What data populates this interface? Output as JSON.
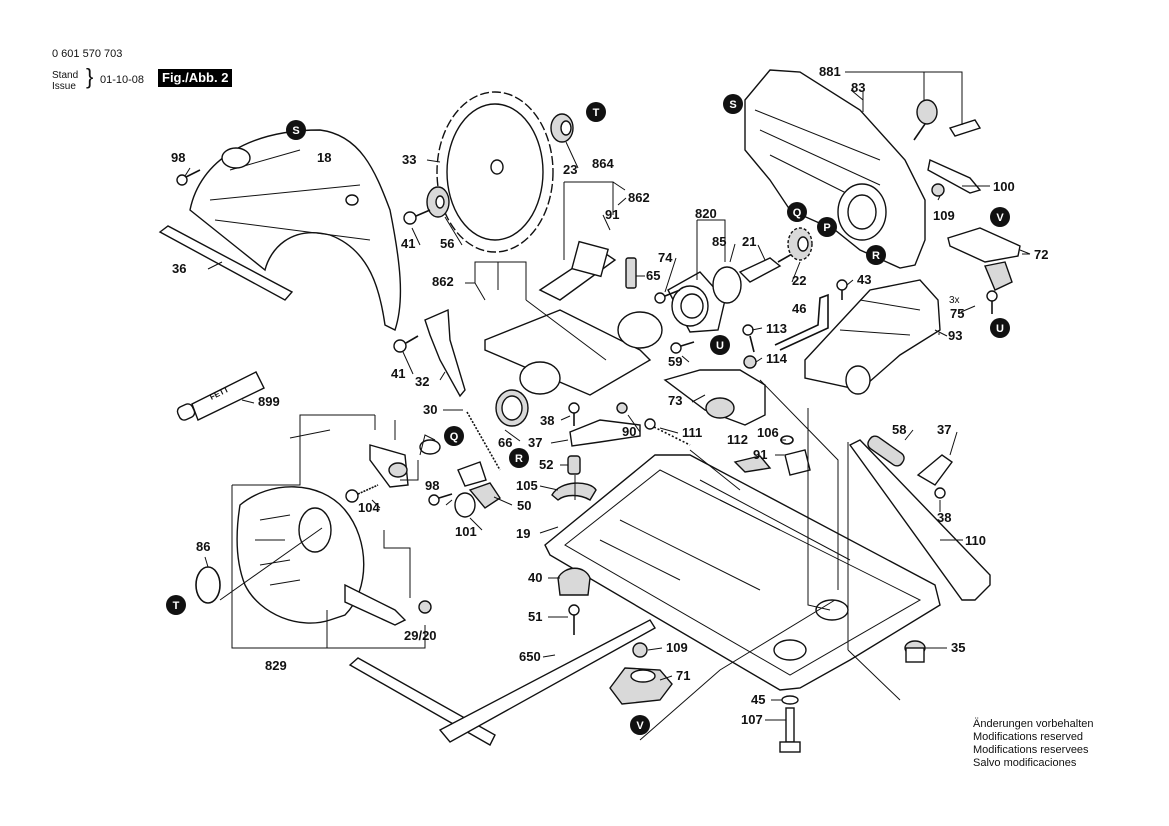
{
  "header": {
    "part_number": "0 601 570 703",
    "stand_label": "Stand",
    "issue_label": "Issue",
    "date": "01-10-08",
    "figure": "Fig./Abb. 2"
  },
  "footer_notes": [
    "Änderungen vorbehalten",
    "Modifications reserved",
    "Modifications reservees",
    "Salvo modificaciones"
  ],
  "markers": [
    "S",
    "T",
    "Q",
    "P",
    "R",
    "V",
    "U"
  ],
  "callouts": {
    "c881": "881",
    "c83": "83",
    "c100": "100",
    "c109a": "109",
    "c72": "72",
    "c3x": "3x",
    "c75": "75",
    "c93": "93",
    "c43": "43",
    "c46": "46",
    "c113": "113",
    "c114": "114",
    "c22": "22",
    "c21": "21",
    "c85": "85",
    "c820": "820",
    "c74": "74",
    "c65": "65",
    "c864": "864",
    "c862a": "862",
    "c91a": "91",
    "c23": "23",
    "c33": "33",
    "c41a": "41",
    "c56": "56",
    "c98a": "98",
    "c18": "18",
    "c36": "36",
    "c862b": "862",
    "c41b": "41",
    "c32": "32",
    "c899": "899",
    "c30": "30",
    "c66": "66",
    "c59": "59",
    "c73": "73",
    "c38a": "38",
    "c37a": "37",
    "c90": "90",
    "c111": "111",
    "c52": "52",
    "c105": "105",
    "c98b": "98",
    "c50": "50",
    "c101": "101",
    "c104": "104",
    "c19": "19",
    "c112": "112",
    "c106": "106",
    "c91b": "91",
    "c58": "58",
    "c37b": "37",
    "c38b": "38",
    "c110": "110",
    "c86": "86",
    "c829": "829",
    "c2920": "29/20",
    "c40": "40",
    "c51": "51",
    "c650": "650",
    "c109b": "109",
    "c71": "71",
    "c35": "35",
    "c45": "45",
    "c107": "107"
  }
}
